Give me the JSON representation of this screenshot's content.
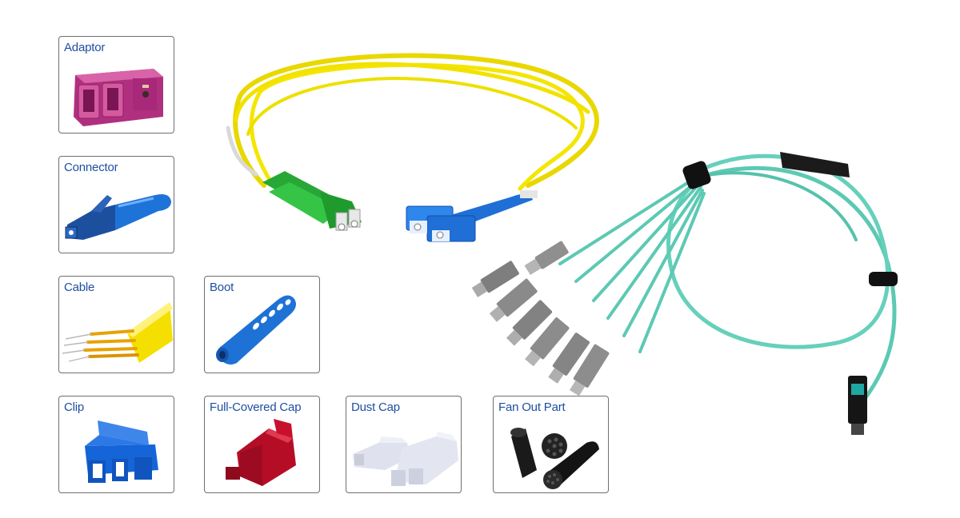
{
  "parts": [
    {
      "id": "adaptor",
      "label": "Adaptor",
      "icon": "adaptor-icon"
    },
    {
      "id": "connector",
      "label": "Connector",
      "icon": "connector-icon"
    },
    {
      "id": "cable",
      "label": "Cable",
      "icon": "cable-icon"
    },
    {
      "id": "boot",
      "label": "Boot",
      "icon": "boot-icon"
    },
    {
      "id": "clip",
      "label": "Clip",
      "icon": "clip-icon"
    },
    {
      "id": "full-covered-cap",
      "label": "Full-Covered Cap",
      "icon": "full-covered-cap-icon"
    },
    {
      "id": "dust-cap",
      "label": "Dust Cap",
      "icon": "dust-cap-icon"
    },
    {
      "id": "fan-out-part",
      "label": "Fan Out Part",
      "icon": "fan-out-part-icon"
    }
  ],
  "colors": {
    "label": "#1f4fa3",
    "border": "#6f6f6f",
    "yellow_cable": "#f2e400",
    "aqua_cable": "#5fcfb8",
    "lc_green": "#2fb53c",
    "sc_blue": "#1f6fd6",
    "adaptor_magenta": "#c13a8c",
    "cap_red": "#c8102e",
    "clip_blue": "#1565d8"
  }
}
